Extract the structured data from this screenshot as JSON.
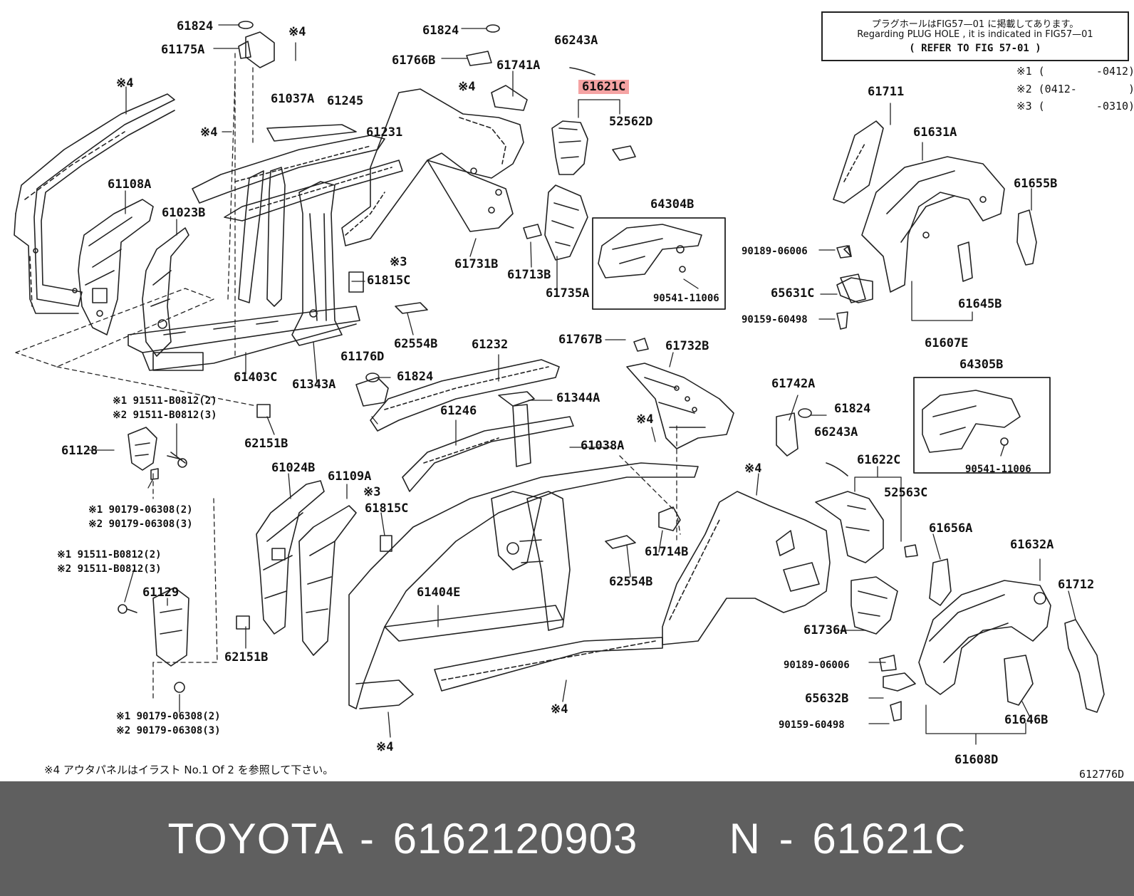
{
  "note_box": {
    "line1": "プラグホールはFIG57—01 に掲載してあります。",
    "line2": "Regarding  PLUG HOLE , it is indicated in FIG57—01",
    "line3": "( REFER TO FIG 57-01 )"
  },
  "legend": [
    "※1 (        -0412)",
    "※2 (0412-        )",
    "※3 (        -0310)"
  ],
  "labels": {
    "l61824a": "61824",
    "l61175a": "61175A",
    "s4a": "※4",
    "l61824b": "61824",
    "l61766b": "61766B",
    "l66243a_top": "66243A",
    "l61621c": "61621C",
    "l52562d": "52562D",
    "s4b": "※4",
    "l61741a": "61741A",
    "s4c": "※4",
    "l61037a": "61037A",
    "l61245": "61245",
    "s4d": "※4",
    "l61231": "61231",
    "l61711": "61711",
    "l61631a": "61631A",
    "l61108a": "61108A",
    "l61023b": "61023B",
    "l64304b": "64304B",
    "l61655b": "61655B",
    "l90189_a": "90189-06006",
    "l61731b": "61731B",
    "l61713b": "61713B",
    "s3a": "※3",
    "l61815c_a": "61815C",
    "l61735a": "61735A",
    "l65631c": "65631C",
    "l90541_a": "90541-11006",
    "l61645b": "61645B",
    "l90159_a": "90159-60498",
    "l62554b_a": "62554B",
    "l61607e": "61607E",
    "l61767b": "61767B",
    "l61732b": "61732B",
    "l61232": "61232",
    "l61403c": "61403C",
    "l61343a": "61343A",
    "l61176d": "61176D",
    "l61824c": "61824",
    "l64305b": "64305B",
    "l61742a": "61742A",
    "l61824d": "61824",
    "b1a": "※1 91511-B0812(2)",
    "b2a": "※2 91511-B0812(3)",
    "l61344a": "61344A",
    "l61246": "61246",
    "s4e": "※4",
    "l66243a_b": "66243A",
    "l61128": "61128",
    "l62151b_a": "62151B",
    "l61038a": "61038A",
    "l61622c": "61622C",
    "l90541_b": "90541-11006",
    "l61024b": "61024B",
    "l61109a": "61109A",
    "s4f": "※4",
    "l52563c": "52563C",
    "c1a": "※1 90179-06308(2)",
    "c2a": "※2 90179-06308(3)",
    "s3b": "※3",
    "l61815c_b": "61815C",
    "l61656a": "61656A",
    "l61632a": "61632A",
    "d1": "※1 91511-B0812(2)",
    "d2": "※2 91511-B0812(3)",
    "l61714b": "61714B",
    "l61129": "61129",
    "l61404e": "61404E",
    "l62554b_b": "62554B",
    "l61712": "61712",
    "l61736a": "61736A",
    "l62151b_b": "62151B",
    "l90189_b": "90189-06006",
    "l65632b": "65632B",
    "s4g": "※4",
    "e1": "※1 90179-06308(2)",
    "e2": "※2 90179-06308(3)",
    "l90159_b": "90159-60498",
    "l61646b": "61646B",
    "s4h": "※4",
    "l61608d": "61608D"
  },
  "footnote": "※4 アウタパネルはイラスト No.1 Of 2 を参照して下さい。",
  "figure_id": "612776D",
  "caption": "TOYOTA - 6162120903     N - 61621C"
}
